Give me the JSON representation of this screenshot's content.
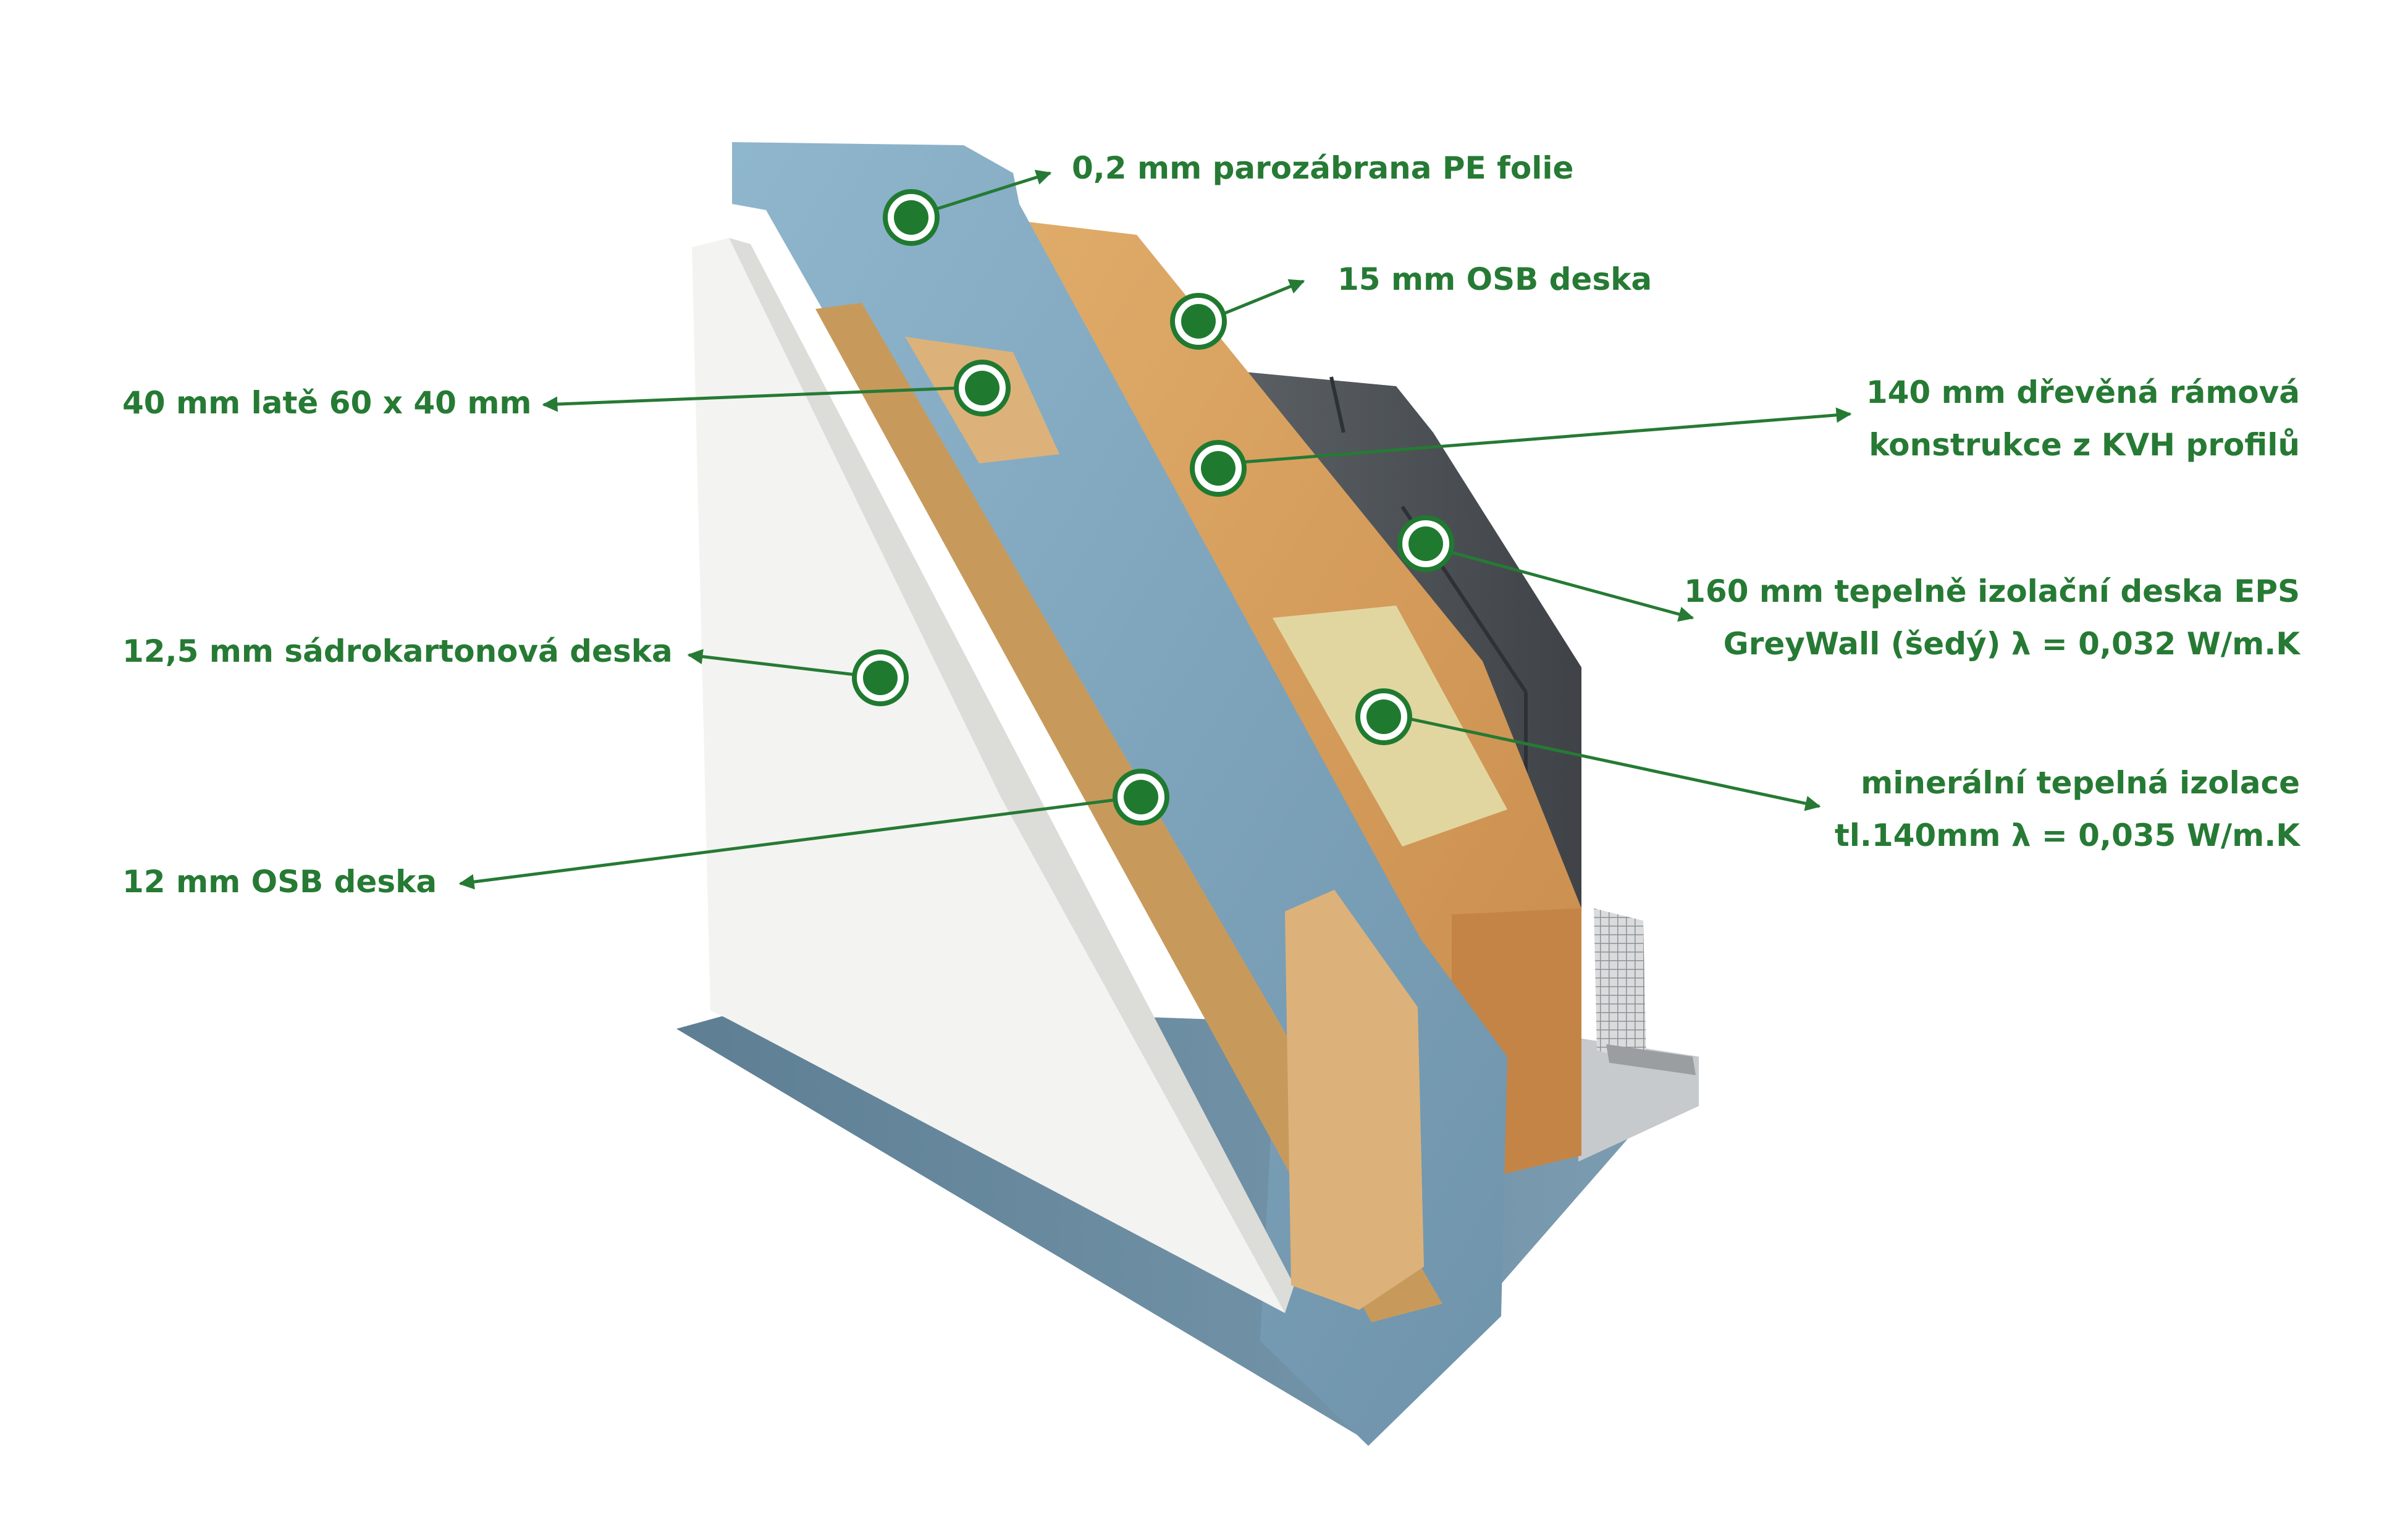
{
  "colors": {
    "label_green": "#267a34",
    "marker_green": "#1f7a30",
    "vapor_barrier_blue": "#6e93ab",
    "vapor_barrier_blue_light": "#8fb6cd",
    "gypsum_white": "#f3f3f1",
    "osb_tan": "#c79a5c",
    "batten_wood": "#dcb27a",
    "osb_orange": "#d49a58",
    "eps_grey": "#4d5256",
    "mineral_wool": "#e2d6a0",
    "mesh_grey": "#b9bcbd"
  },
  "labels": {
    "vapor_barrier": [
      "0,2 mm parozábrana PE folie"
    ],
    "osb_15": [
      "15 mm OSB deska"
    ],
    "batten": [
      "40 mm latě 60 x 40 mm"
    ],
    "kvh_frame": [
      "140 mm dřevěná rámová",
      "konstrukce z KVH profilů"
    ],
    "eps": [
      "160 mm tepelně izolační deska EPS",
      "GreyWall (šedý) λ = 0,032 W/m.K"
    ],
    "gypsum": [
      "12,5 mm sádrokartonová deska"
    ],
    "mineral_wool": [
      "minerální tepelná izolace",
      "tl.140mm  λ = 0,035 W/m.K"
    ],
    "osb_12": [
      "12 mm OSB deska"
    ]
  }
}
